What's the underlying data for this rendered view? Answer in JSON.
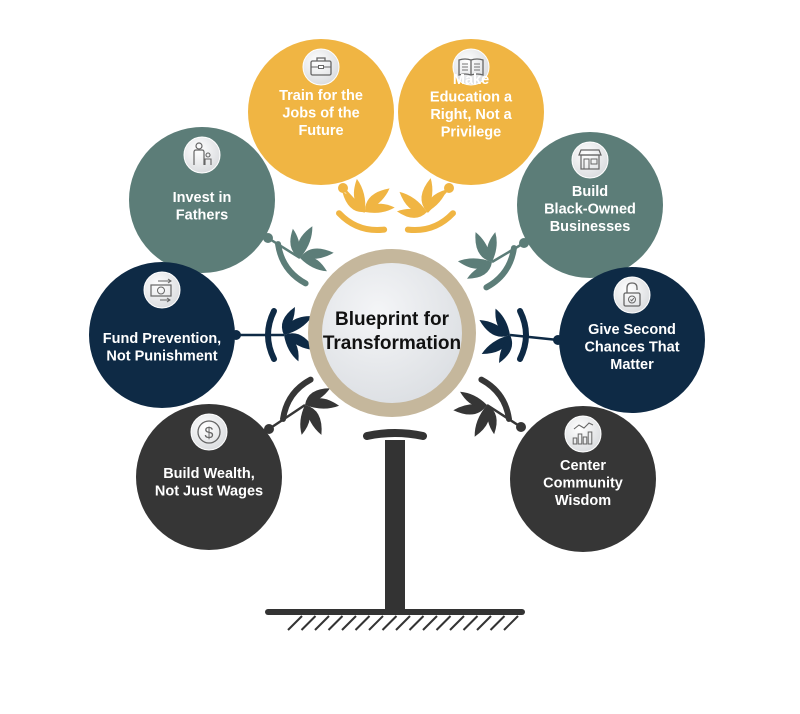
{
  "title": "Blueprint for Transformation",
  "center": {
    "lines": [
      "Blueprint for",
      "Transformation"
    ]
  },
  "colors": {
    "gold": "#F0B543",
    "teal": "#5C7D78",
    "navy": "#0E2A45",
    "charcoal": "#363636",
    "ring": "#C5B79C",
    "ground": "#333333"
  },
  "nodes": [
    {
      "id": "train",
      "icon": "briefcase-icon",
      "color": "gold",
      "lines": [
        "Train for the",
        "Jobs of the",
        "Future"
      ]
    },
    {
      "id": "education",
      "icon": "book-icon",
      "color": "gold",
      "lines": [
        "Make",
        "Education a",
        "Right, Not a",
        "Privilege"
      ]
    },
    {
      "id": "fathers",
      "icon": "father-child-icon",
      "color": "teal",
      "lines": [
        "Invest in",
        "Fathers"
      ]
    },
    {
      "id": "businesses",
      "icon": "storefront-icon",
      "color": "teal",
      "lines": [
        "Build",
        "Black-Owned",
        "Businesses"
      ]
    },
    {
      "id": "prevention",
      "icon": "money-transfer-icon",
      "color": "navy",
      "lines": [
        "Fund Prevention,",
        "Not Punishment"
      ]
    },
    {
      "id": "second-chances",
      "icon": "unlocked-padlock-icon",
      "color": "navy",
      "lines": [
        "Give Second",
        "Chances That",
        "Matter"
      ]
    },
    {
      "id": "wealth",
      "icon": "dollar-coin-icon",
      "color": "charcoal",
      "lines": [
        "Build Wealth,",
        "Not Just Wages"
      ]
    },
    {
      "id": "community",
      "icon": "chart-growth-icon",
      "color": "charcoal",
      "lines": [
        "Center",
        "Community",
        "Wisdom"
      ]
    }
  ]
}
